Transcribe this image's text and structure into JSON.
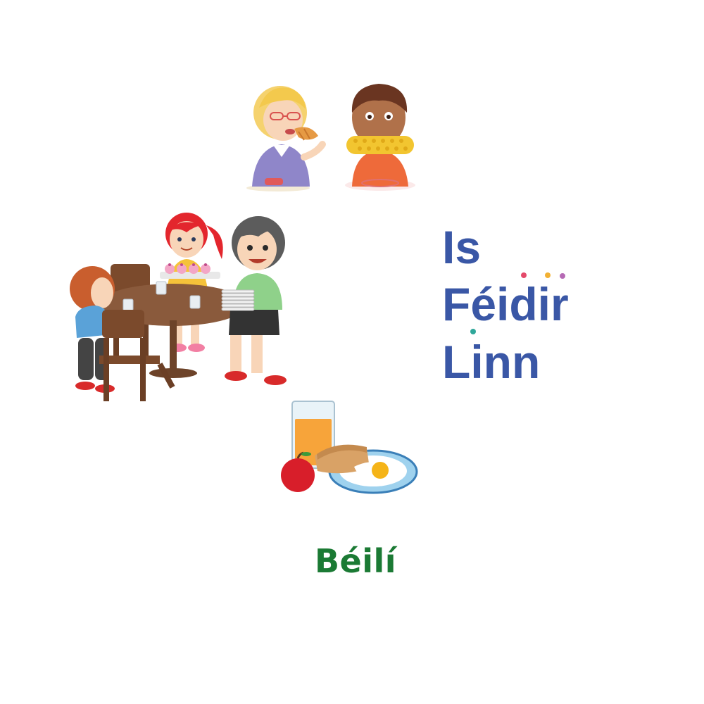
{
  "logo": {
    "line1": "Is",
    "line2": "Féidir",
    "line3": "Linn",
    "text_color": "#3a57a6",
    "accent_colors": [
      "#e44a6a",
      "#f2b134",
      "#2fa79a",
      "#b66ab5"
    ]
  },
  "caption": {
    "text": "Béilí",
    "color": "#1b7a34"
  },
  "illustrations": [
    "children-eating-illustration",
    "children-setting-table-illustration",
    "breakfast-plate-illustration"
  ]
}
